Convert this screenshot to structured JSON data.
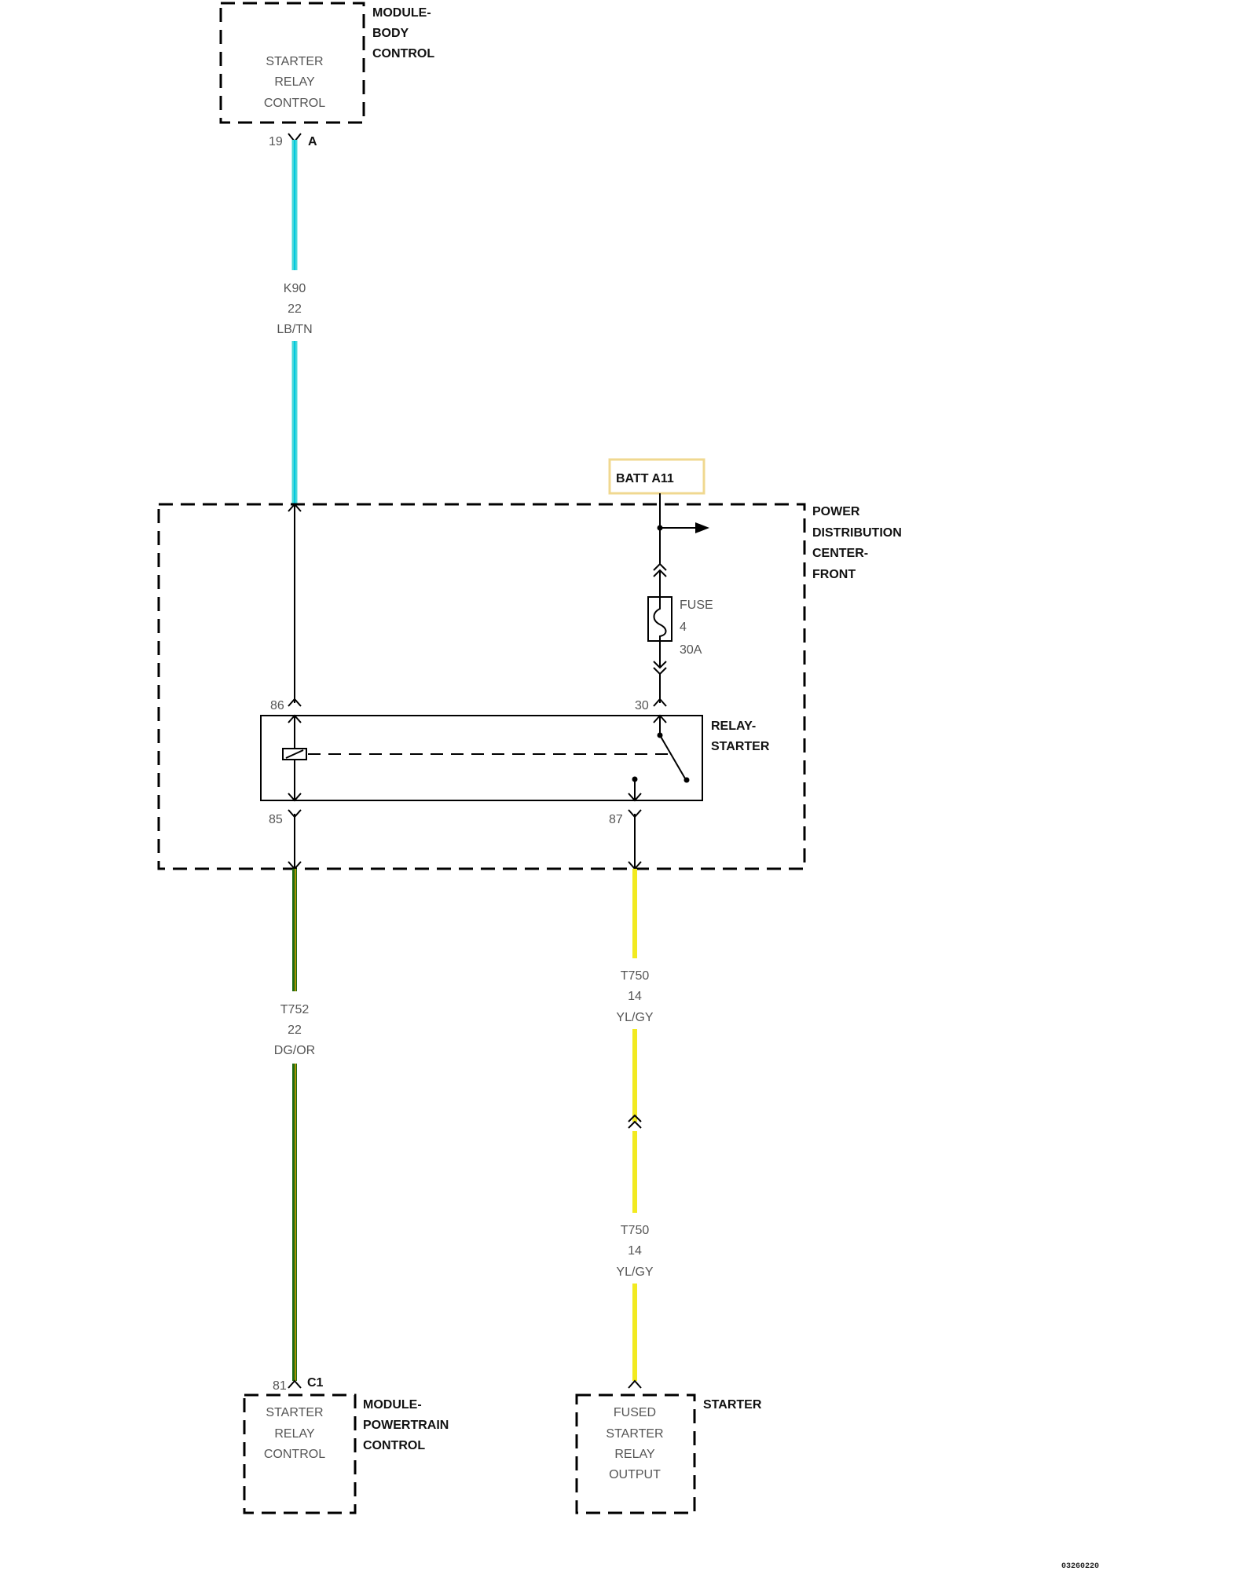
{
  "modules": {
    "body_control": {
      "name_lines": [
        "MODULE-",
        "BODY",
        "CONTROL"
      ],
      "function_lines": [
        "STARTER",
        "RELAY",
        "CONTROL"
      ],
      "pin": "19",
      "connector": "A"
    },
    "powertrain_control": {
      "name_lines": [
        "MODULE-",
        "POWERTRAIN",
        "CONTROL"
      ],
      "function_lines": [
        "STARTER",
        "RELAY",
        "CONTROL"
      ],
      "pin": "81",
      "connector": "C1"
    },
    "starter": {
      "name_lines": [
        "STARTER"
      ],
      "function_lines": [
        "FUSED",
        "STARTER",
        "RELAY",
        "OUTPUT"
      ]
    },
    "pdc": {
      "name_lines": [
        "POWER",
        "DISTRIBUTION",
        "CENTER-",
        "FRONT"
      ]
    }
  },
  "batt": {
    "label": "BATT A11"
  },
  "fuse": {
    "lines": [
      "FUSE",
      "4",
      "30A"
    ]
  },
  "relay": {
    "name_lines": [
      "RELAY-",
      "STARTER"
    ],
    "pins": {
      "p86": "86",
      "p85": "85",
      "p30": "30",
      "p87": "87"
    }
  },
  "wires": {
    "k90": {
      "lines": [
        "K90",
        "22",
        "LB/TN"
      ],
      "color_main": "#48d8d8",
      "color_trace": "#00c8e0"
    },
    "t752": {
      "lines": [
        "T752",
        "22",
        "DG/OR"
      ],
      "color_main": "#1e6b12",
      "color_trace": "#d4a000"
    },
    "t750_upper": {
      "lines": [
        "T750",
        "14",
        "YL/GY"
      ],
      "color_main": "#f2ea20"
    },
    "t750_lower": {
      "lines": [
        "T750",
        "14",
        "YL/GY"
      ],
      "color_main": "#f2ea20"
    }
  },
  "footer": {
    "code": "03260220"
  },
  "colors": {
    "batt_box": "#f0d890"
  }
}
